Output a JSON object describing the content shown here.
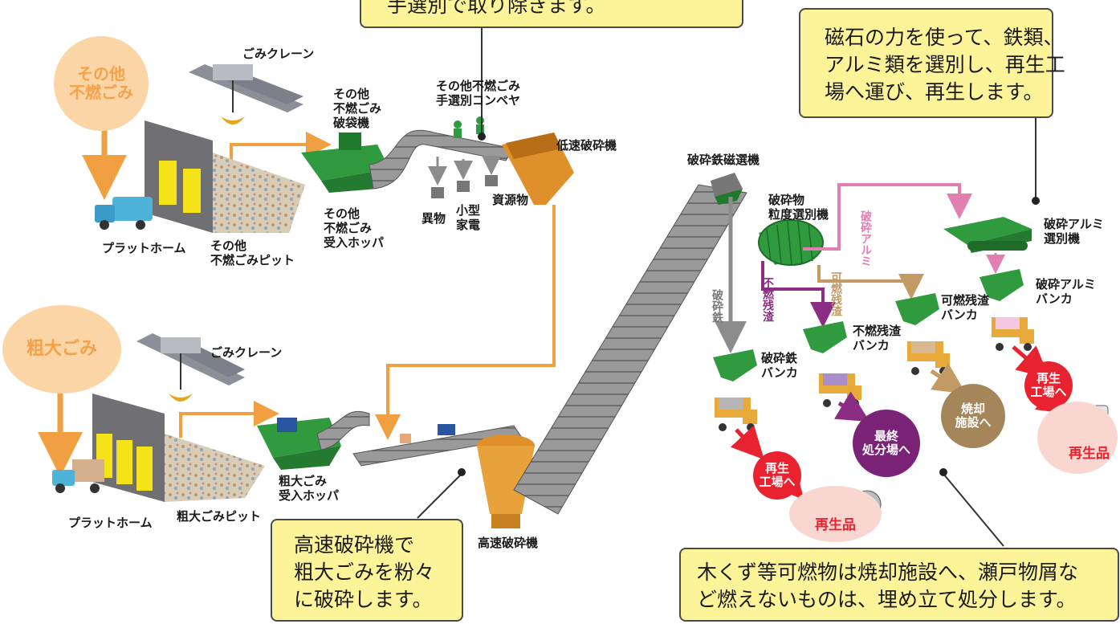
{
  "callouts": {
    "top_center": "手選別で取り除きます。",
    "top_right": "磁石の力を使って、鉄類、\nアルミ類を選別し、再生工\n場へ運び、再生します。",
    "bottom_center": "高速破砕機で\n粗大ごみを粉々\nに破砕します。",
    "bottom_right": "木くず等可燃物は焼却施設へ、瀬戸物屑な\nど燃えないものは、埋め立て処分します。"
  },
  "sources": {
    "other_waste": "その他\n不燃ごみ",
    "bulky_waste": "粗大ごみ"
  },
  "labels": {
    "crane_top": "ごみクレーン",
    "crane_bottom": "ごみクレーン",
    "platform_top": "プラットホーム",
    "platform_bottom": "プラットホーム",
    "pit_top": "その他\n不燃ごみピット",
    "pit_bottom": "粗大ごみピット",
    "bag_breaker": "その他\n不燃ごみ\n破袋機",
    "hopper_top": "その他\n不燃ごみ\n受入ホッパ",
    "sorting_conveyor": "その他不燃ごみ\n手選別コンベヤ",
    "foreign": "異物",
    "small_appliance": "小型\n家電",
    "resources": "資源物",
    "low_crusher": "低速破砕機",
    "hopper_bottom": "粗大ごみ\n受入ホッパ",
    "high_crusher": "高速破砕機",
    "magnet": "破砕鉄磁選機",
    "trommel": "破砕物\n粒度選別機",
    "alu_sorter": "破砕アルミ\n選別機",
    "alu_bunker": "破砕アルミ\nバンカ",
    "comb_bunker": "可燃残渣\nバンカ",
    "noncomb_bunker": "不燃残渣\nバンカ",
    "iron_bunker": "破砕鉄\nバンカ"
  },
  "flow_labels": {
    "iron": "破砕鉄",
    "aluminum": "破砕アルミ",
    "noncombustible": "不燃残渣",
    "combustible": "可燃残渣"
  },
  "destinations": {
    "recycle_plant_1": "再生\n工場へ",
    "recycle_plant_2": "再生\n工場へ",
    "final_disposal": "最終\n処分場へ",
    "incineration": "焼却\n施設へ",
    "recycled_1": "再生品",
    "recycled_2": "再生品"
  },
  "colors": {
    "callout_bg": "#fdf49a",
    "orange_flow": "#f0a040",
    "iron_flow": "#8c8c8c",
    "aluminum_flow": "#e07fb0",
    "noncombustible_flow": "#8b2d82",
    "combustible_flow": "#c49a64",
    "equipment_green": "#2f9a3e",
    "recycle_red": "#e8232f",
    "disposal_purple": "#7a2376",
    "incineration_brown": "#a5855a",
    "source_bg": "#fbd5a6"
  }
}
